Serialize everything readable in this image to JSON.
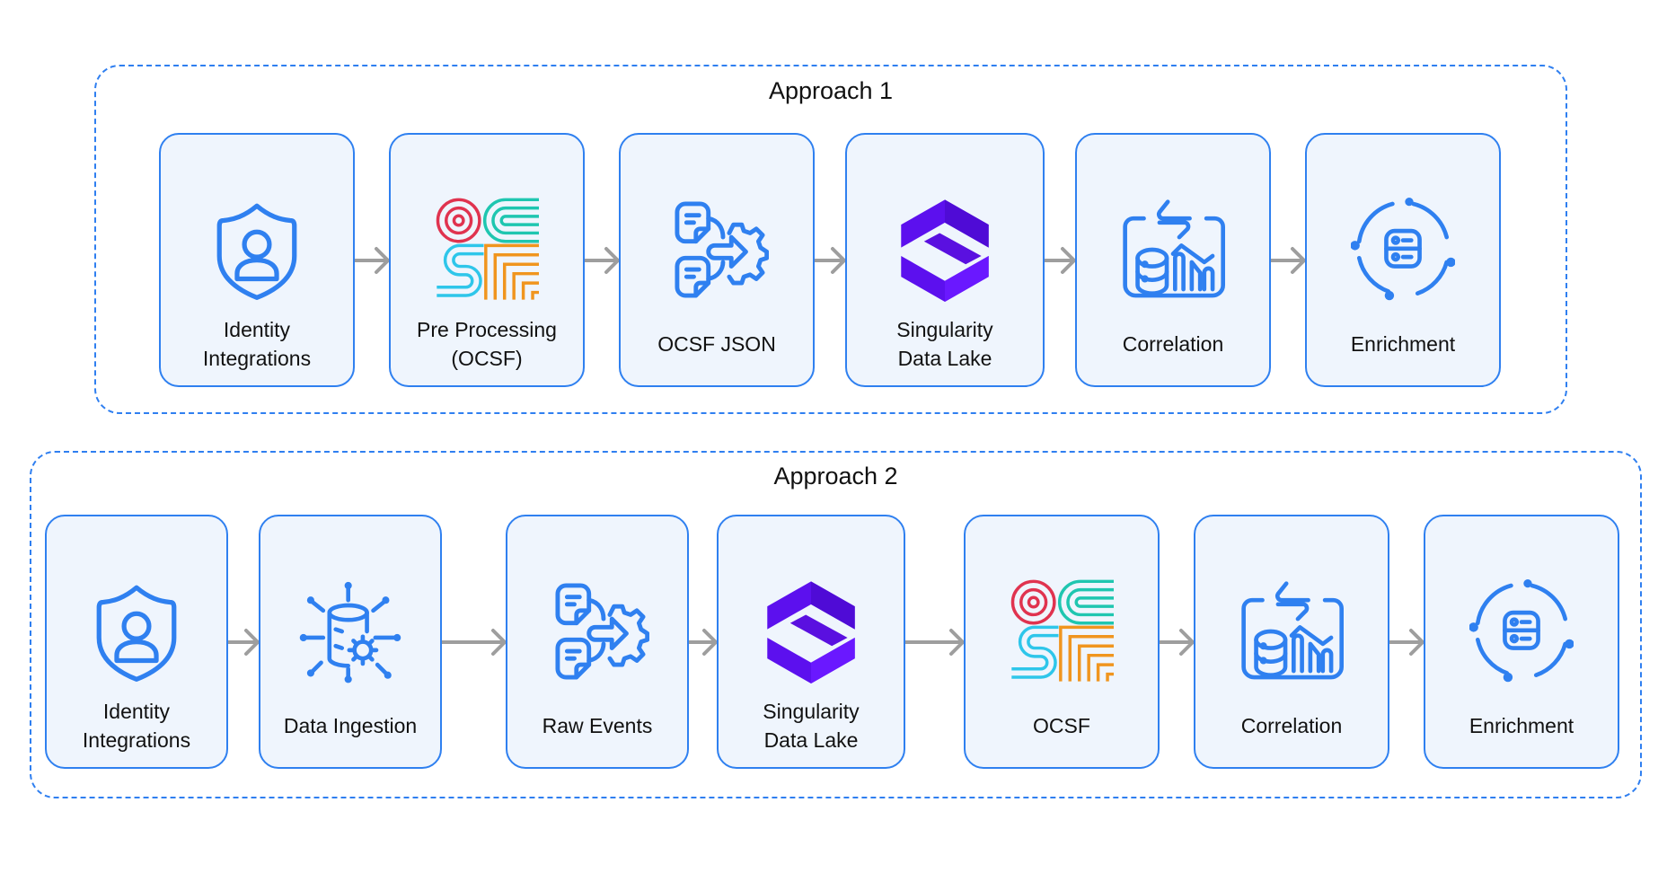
{
  "colors": {
    "accent_blue": "#2f80f0",
    "node_fill": "#eff5fd",
    "arrow_gray": "#9e9e9e",
    "singularity_purple": "#5a12e6",
    "ocsf_red": "#e0334f",
    "ocsf_teal": "#1fc6b0",
    "ocsf_cyan": "#2ec6ea",
    "ocsf_orange": "#f0951e"
  },
  "approach1": {
    "title": "Approach 1",
    "nodes": [
      {
        "label": "Identity\nIntegrations",
        "icon": "shield-user-icon"
      },
      {
        "label": "Pre Processing\n(OCSF)",
        "icon": "ocsf-logo-icon"
      },
      {
        "label": "OCSF JSON",
        "icon": "documents-gear-icon"
      },
      {
        "label": "Singularity\nData Lake",
        "icon": "singularity-logo-icon"
      },
      {
        "label": "Correlation",
        "icon": "database-chart-icon"
      },
      {
        "label": "Enrichment",
        "icon": "server-cycle-icon"
      }
    ]
  },
  "approach2": {
    "title": "Approach 2",
    "nodes": [
      {
        "label": "Identity\nIntegrations",
        "icon": "shield-user-icon"
      },
      {
        "label": "Data Ingestion",
        "icon": "database-network-icon"
      },
      {
        "label": "Raw Events",
        "icon": "documents-gear-icon"
      },
      {
        "label": "Singularity\nData Lake",
        "icon": "singularity-logo-icon"
      },
      {
        "label": "OCSF",
        "icon": "ocsf-logo-icon"
      },
      {
        "label": "Correlation",
        "icon": "database-chart-icon"
      },
      {
        "label": "Enrichment",
        "icon": "server-cycle-icon"
      }
    ]
  }
}
